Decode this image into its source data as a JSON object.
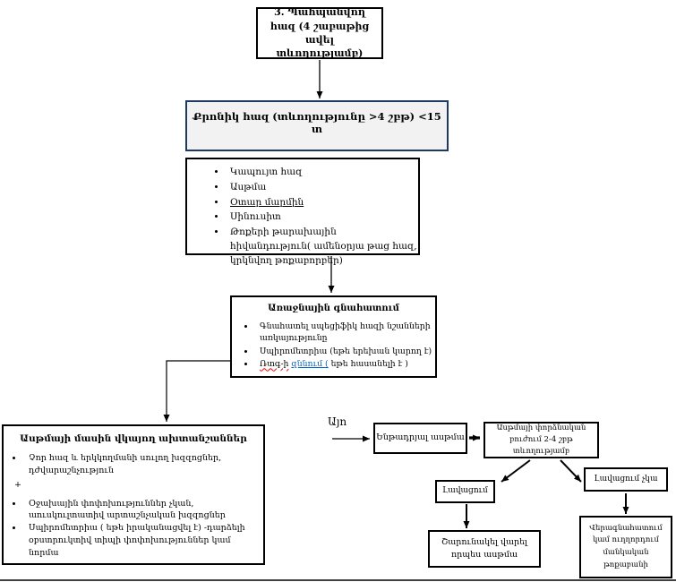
{
  "labels": {
    "yes": "Այո"
  },
  "boxes": {
    "persistent_cough": {
      "label": "3. Պահպանվող հազ (4 շաբաթից ավել տևողությամբ)"
    },
    "chronic_cough": {
      "label": "Քրոնիկ հազ (տևողությունը >4 շբթ) <15 տ"
    },
    "differential": {
      "items": [
        "Կապույտ հազ",
        "Ասթմա",
        "Օտար մարմին",
        "Սինուսիտ",
        "Թոքերի թարախային հիվանդություն( ամենօրյա թաց հազ, կրկնվող թոքաբորբեր)"
      ]
    },
    "primary_evaluation": {
      "title": "Առաջնային գնահատում",
      "items": [
        "Գնահատել սպեցիֆիկ հազի նշանների առկայությունը",
        "Սպիրոմետրիա (եթե երեխան կարող է)"
      ],
      "xray_item": {
        "misspelled": "Ռտգ-ի",
        "link": "զննում (",
        "rest": " եթե հասանելի է )"
      }
    },
    "asthma_signs": {
      "title": "Ասթմայի մասին վկայող ախտանշաններ",
      "plus": "+",
      "items": [
        "Չոր հազ և երկկողմանի սուլող խզզոցներ, դժվարաշնչություն",
        "Օջախային փոփոխություններ չկան, աուսկուլտատիվ արտաշնչական խզզոցներ",
        "Սպիրոմետրիա ( եթե իրականացվել է) -դարձելի օբստրուկտիվ տիպի փոփոխություններ կամ նորմա"
      ]
    },
    "suspected_asthma": {
      "label": "Ենթադրյալ ասթմա"
    },
    "trial_treatment": {
      "label": "Ասթմայի փորձնական բուժում 2-4 շբթ տևողությամբ"
    },
    "improvement": {
      "label": "Լավացում"
    },
    "no_improvement": {
      "label": "Լավացում չկա"
    },
    "continue_asthma": {
      "label": "Շարունակել վարել որպես ասթմա"
    },
    "reassess_refer": {
      "label": "Վերագնահատում կամ ուղղորդում մանկական թոքաբանի"
    }
  },
  "colors": {
    "chronic_border": "#1f3864",
    "chronic_fill": "#f2f2f2",
    "link_blue": "#0563c1",
    "spellcheck_red": "#ff0000",
    "line": "#000000"
  }
}
